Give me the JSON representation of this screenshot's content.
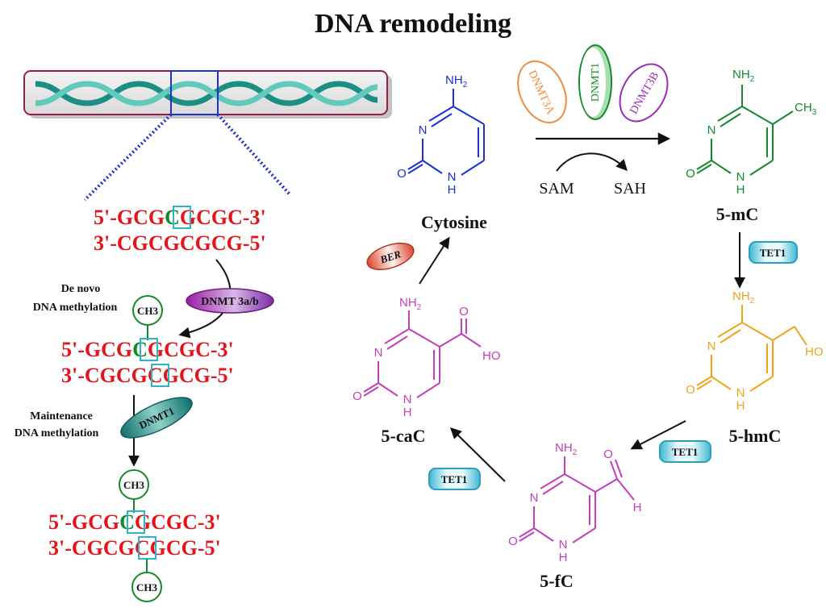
{
  "title": "DNA remodeling",
  "colors": {
    "red": "#e3141b",
    "green": "#138a2b",
    "blue": "#1a2fd6",
    "magenta": "#c23fbe",
    "orange": "#f0a41a",
    "teal": "#2a9c92",
    "cyan": "#3ec3d6"
  },
  "sequences": {
    "top": {
      "a": "5'-GCG",
      "c": "C",
      "b": "GCGC-3'"
    },
    "bottom": {
      "a": "3'-CGCG",
      "c": "C",
      "b": "GCG-5'"
    }
  },
  "labels": {
    "de_novo_1": "De novo",
    "de_novo_2": "DNA methylation",
    "maint_1": "Maintenance",
    "maint_2": "DNA methylation",
    "ch3": "CH3"
  },
  "enzymes": {
    "dnmt3ab": "DNMT 3a/b",
    "dnmt1": "DNMT1",
    "dnmt3a": "DNMT3A",
    "dnmt3b": "DNMT3B",
    "tet1": "TET1",
    "ber": "BER"
  },
  "reaction": {
    "sam": "SAM",
    "sah": "SAH"
  },
  "atoms": {
    "n": "N",
    "h": "H",
    "o": "O",
    "nh2": "NH",
    "sub2": "2",
    "ho": "HO",
    "ch3": "CH",
    "sub3": "3"
  },
  "compounds": {
    "cytosine": "Cytosine",
    "mc": "5-mC",
    "hmc": "5-hmC",
    "fc": "5-fC",
    "cac": "5-caC"
  }
}
